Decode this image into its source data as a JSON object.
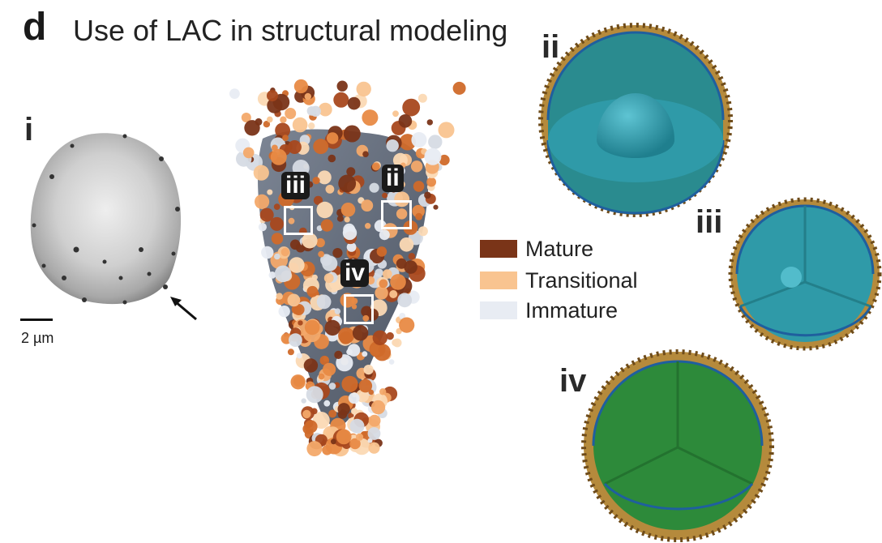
{
  "panel": {
    "letter": "d",
    "title": "Use of LAC in structural modeling"
  },
  "subpanels": {
    "i": "i",
    "ii": "ii",
    "iii": "iii",
    "iv": "iv"
  },
  "scale_bar": {
    "label": "2 µm"
  },
  "legend": {
    "items": [
      {
        "label": "Mature",
        "color": "#7a3418"
      },
      {
        "label": "Transitional",
        "color": "#f9c490"
      },
      {
        "label": "Immature",
        "color": "#e8ecf3"
      }
    ]
  },
  "colors": {
    "cell_body": "#5d6674",
    "sphere_orange": "#e07a2e",
    "cyan_model": "#2f9aa8",
    "green_model": "#2d8a3a",
    "shell_brown": "#b58a3c"
  },
  "icons": {
    "arrow": "arrow-pointing-up-left-icon"
  }
}
